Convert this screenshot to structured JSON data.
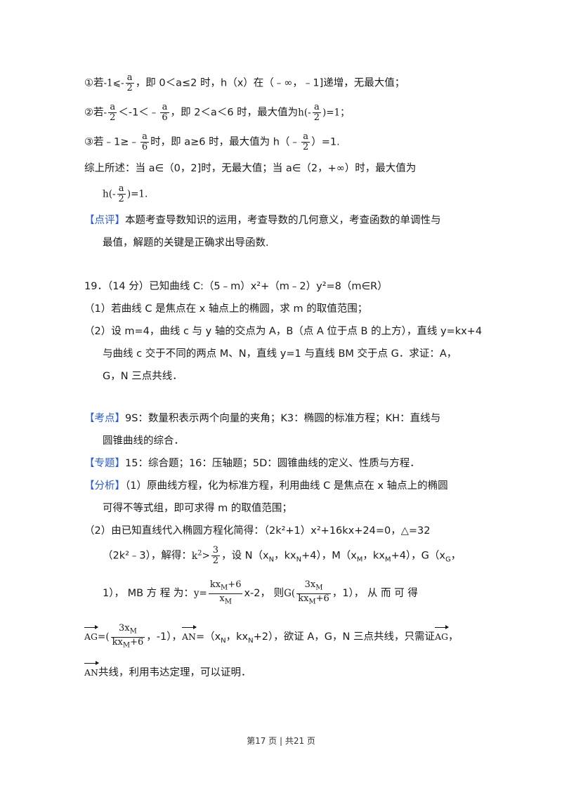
{
  "case1": {
    "a": "①若",
    "ineq": "-1⩽-",
    "b": "，即 0＜a≤2 时，h（x）在（﹣∞，﹣1]递增，无最大值；"
  },
  "case2": {
    "a": "②若",
    "mid": "＜-1＜﹣",
    "b": "，即 2＜a＜6 时，最大值为",
    "hpre": "h(-",
    "hpost": ")=1；"
  },
  "case3": {
    "a": "③若﹣1≥﹣",
    "b": "时，即 a≥6 时，最大值为 h（﹣",
    "c": "）=1."
  },
  "summary": {
    "line1": "综上所述：当 a∈（0，2]时，无最大值；当 a∈（2，+∞）时，最大值为",
    "hpre": "h(-",
    "hpost": ")=1."
  },
  "frac": {
    "a": "a",
    "two": "2",
    "six": "6"
  },
  "comment": {
    "tag": "【点评】",
    "l1": "本题考查导数知识的运用，考查导数的几何意义，考查函数的单调性与",
    "l2": "最值，解题的关键是正确求出导函数."
  },
  "q19": {
    "l1": "19．（14 分）已知曲线 C:（5﹣m）x²+（m﹣2）y²=8（m∈R）",
    "l2": "（1）若曲线 C 是焦点在 x 轴点上的椭圆，求 m 的取值范围；",
    "l3": "（2）设 m=4，曲线 c 与 y 轴的交点为 A，B（点 A 位于点 B 的上方），直线 y=kx+4",
    "l4": "与曲线 c 交于不同的两点 M、N，直线 y=1 与直线 BM 交于点 G．求证：A，",
    "l5": "G，N 三点共线．"
  },
  "kaodian": {
    "tag": "【考点】",
    "l1": "9S：数量积表示两个向量的夹角；K3：椭圆的标准方程；KH：直线与",
    "l2": "圆锥曲线的综合．"
  },
  "zhuanti": {
    "tag": "【专题】",
    "l1": "15：综合题；16：压轴题；5D：圆锥曲线的定义、性质与方程．"
  },
  "fenxi": {
    "tag": "【分析】",
    "l1": "（1）原曲线方程，化为标准方程，利用曲线 C 是焦点在 x 轴点上的椭圆",
    "l2": "可得不等式组，即可求得 m 的取值范围；",
    "l3": "（2）由已知直线代入椭圆方程化简得：（2k²+1）x²+16kx+24=0，△=32",
    "l4a": "（2k²﹣3），解得：",
    "l4k": "k",
    "l4b": "，设 N（x",
    "l4c": "，kx",
    "l4d": "+4），M（x",
    "l4e": "，kx",
    "l4f": "+4），G（x",
    "l4g": "，",
    "l5a": "1），  MB  方  程  为：",
    "l5b": "x-2，  则",
    "l5c": "，1），  从  而  可  得",
    "l6a": "，-1），",
    "l6b": "=（x",
    "l6c": "，kx",
    "l6d": "+2），欲证 A，G，N 三点共线，只需证",
    "l6e": "，",
    "l7": "共线，利用韦达定理，可以证明．"
  },
  "math": {
    "three": "3",
    "kxm6": "kx",
    "plus6": "+6",
    "xm": "x",
    "sub_m": "M",
    "sub_n": "N",
    "sub_g": "G",
    "y_eq": "y=",
    "g_pre": "G(",
    "ag_pre": "=(",
    "ag": "AG",
    "an": "AN",
    "three_x": "3x"
  },
  "footer": {
    "text": "第17 页  |  共21 页"
  }
}
